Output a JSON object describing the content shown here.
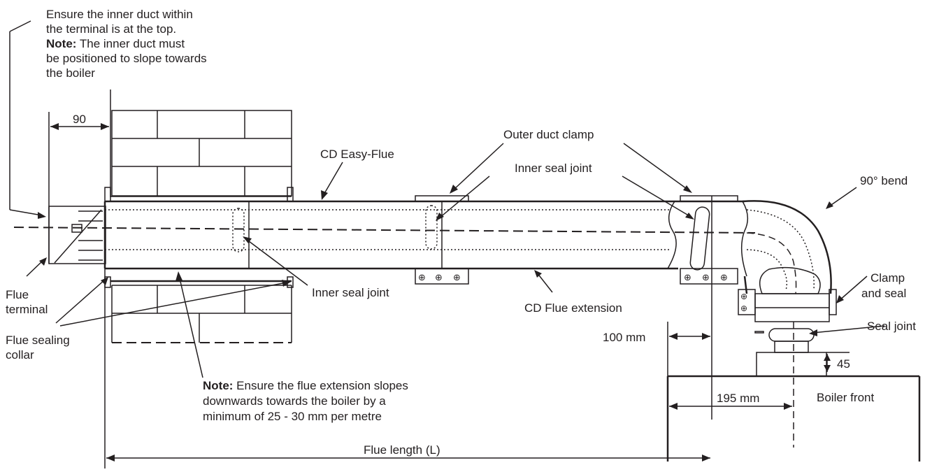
{
  "labels": {
    "inner_duct_note_l1": "Ensure the inner duct within",
    "inner_duct_note_l2": "the terminal is at the top.",
    "inner_duct_note_bold": "Note:",
    "inner_duct_note_l3": " The inner duct must",
    "inner_duct_note_l4": "be positioned to slope towards",
    "inner_duct_note_l5": "the boiler",
    "dim_90": "90",
    "cd_easy_flue": "CD Easy-Flue",
    "outer_duct_clamp": "Outer duct clamp",
    "inner_seal_joint_top": "Inner seal joint",
    "inner_seal_joint_bottom": "Inner seal joint",
    "bend_90": "90° bend",
    "clamp_and_seal_l1": "Clamp",
    "clamp_and_seal_l2": "and seal",
    "seal_joint": "Seal joint",
    "flue_terminal_l1": "Flue",
    "flue_terminal_l2": "terminal",
    "flue_sealing_collar_l1": "Flue sealing",
    "flue_sealing_collar_l2": "collar",
    "cd_flue_extension": "CD Flue extension",
    "dim_100mm": "100 mm",
    "dim_45": "45",
    "boiler_front": "Boiler front",
    "dim_195mm": "195 mm",
    "slope_note_bold": "Note:",
    "slope_note_l1": " Ensure the flue extension slopes",
    "slope_note_l2": "downwards towards the boiler by a",
    "slope_note_l3": "minimum of 25 - 30 mm per metre",
    "flue_length": "Flue length (L)"
  }
}
